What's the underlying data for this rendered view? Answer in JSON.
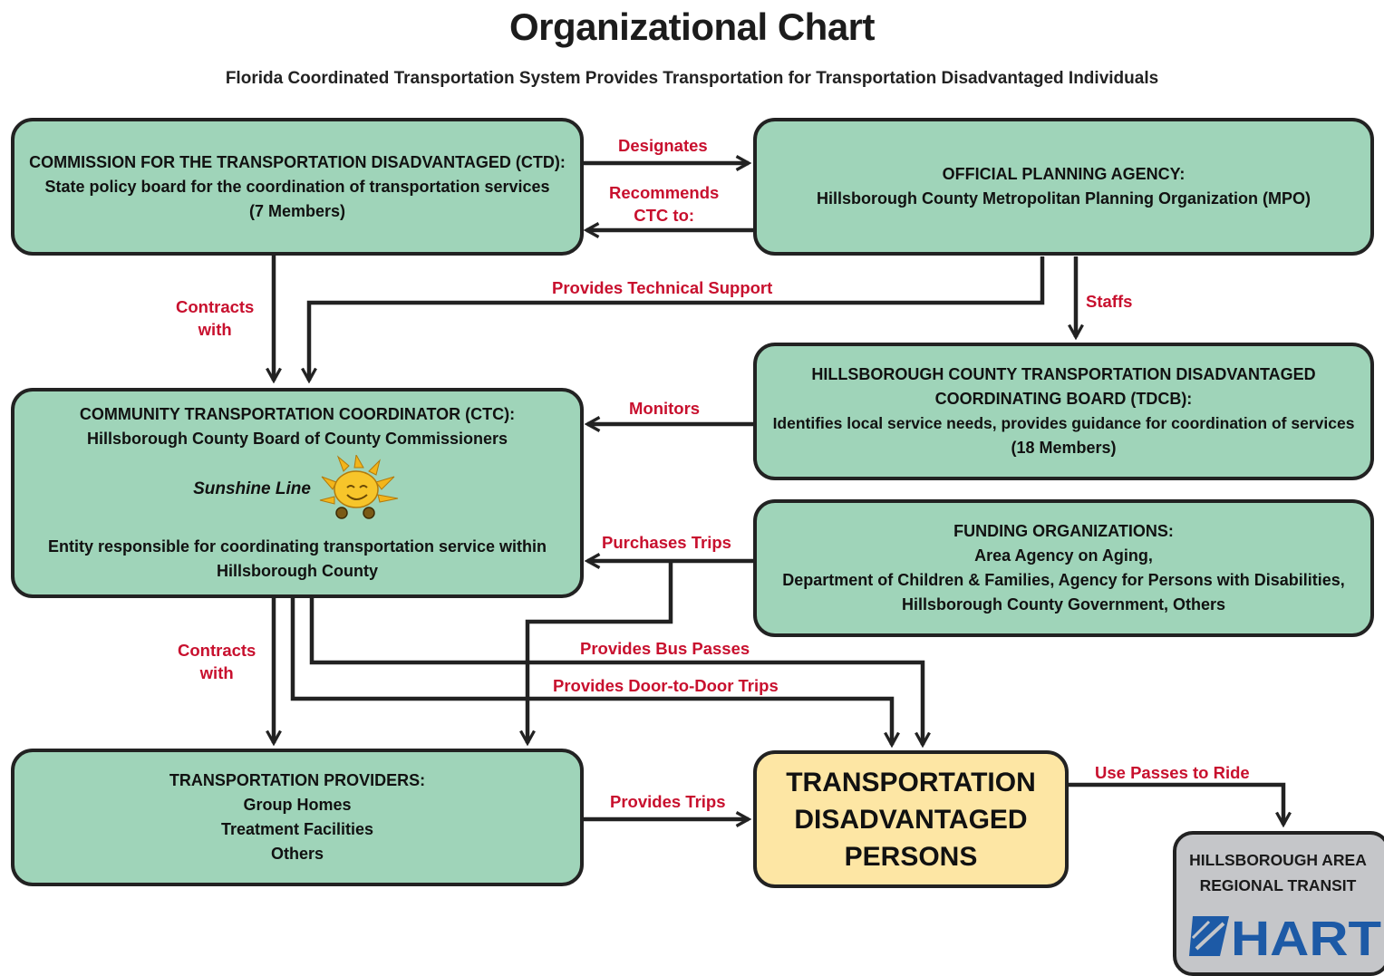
{
  "title": "Organizational Chart",
  "subtitle": "Florida Coordinated Transportation System Provides Transportation for Transportation Disadvantaged Individuals",
  "colors": {
    "box_fill": "#9fd4b9",
    "highlight_fill": "#fde6a4",
    "hart_fill": "#c5c6c9",
    "label_red": "#c8102e",
    "hart_blue": "#1d5aa6"
  },
  "nodes": {
    "ctd": {
      "lines": [
        "COMMISSION FOR THE TRANSPORTATION DISADVANTAGED (CTD):",
        "State policy board for the coordination of transportation services",
        "(7 Members)"
      ]
    },
    "mpo": {
      "lines": [
        "OFFICIAL PLANNING AGENCY:",
        "Hillsborough County Metropolitan Planning Organization (MPO)"
      ]
    },
    "tdcb": {
      "lines": [
        "HILLSBOROUGH COUNTY TRANSPORTATION DISADVANTAGED",
        "COORDINATING BOARD (TDCB):",
        "Identifies local service needs, provides guidance for coordination of services",
        "(18 Members)"
      ]
    },
    "ctc": {
      "lines": [
        "COMMUNITY TRANSPORTATION COORDINATOR (CTC):",
        "Hillsborough County Board of County Commissioners"
      ],
      "logo_text": "Sunshine Line",
      "logo_icon": "sun-icon",
      "lines_after": [
        "Entity responsible for coordinating transportation service within",
        "Hillsborough County"
      ]
    },
    "funding": {
      "lines": [
        "FUNDING ORGANIZATIONS:",
        "Area Agency on Aging,",
        "Department of Children & Families, Agency for Persons with Disabilities,",
        "Hillsborough County Government, Others"
      ]
    },
    "providers": {
      "lines": [
        "TRANSPORTATION PROVIDERS:",
        "Group Homes",
        "Treatment Facilities",
        "Others"
      ]
    },
    "tdp": {
      "lines": [
        "TRANSPORTATION",
        "DISADVANTAGED",
        "PERSONS"
      ]
    },
    "hart": {
      "lines": [
        "HILLSBOROUGH AREA",
        "REGIONAL TRANSIT"
      ],
      "logo_text": "HART"
    }
  },
  "edges": {
    "designates": "Designates",
    "recommends": [
      "Recommends",
      "CTC to:"
    ],
    "contracts_top": [
      "Contracts",
      "with"
    ],
    "tech_support": "Provides Technical Support",
    "staffs": "Staffs",
    "monitors": "Monitors",
    "purchases": "Purchases Trips",
    "contracts_bottom": [
      "Contracts",
      "with"
    ],
    "bus_passes": "Provides Bus Passes",
    "door_to_door": "Provides Door-to-Door Trips",
    "provides_trips": "Provides Trips",
    "use_passes": "Use Passes to Ride"
  }
}
